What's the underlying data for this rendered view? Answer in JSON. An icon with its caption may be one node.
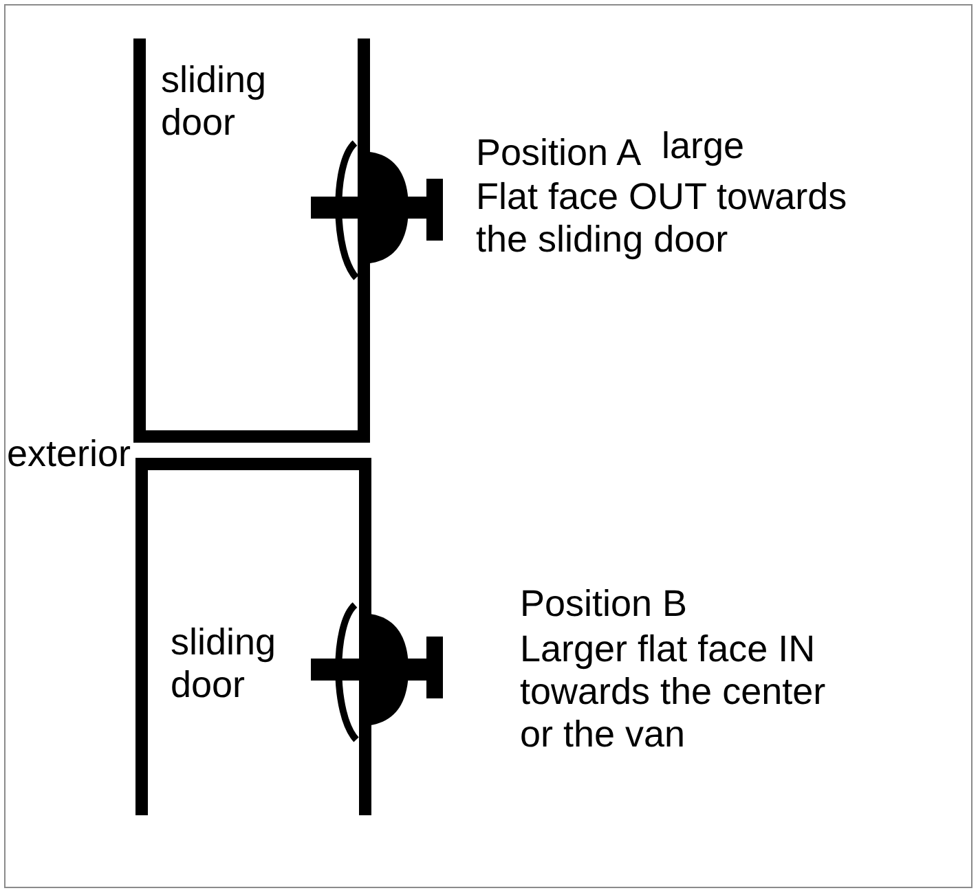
{
  "diagram": {
    "labels": [
      "sliding door",
      "Position A",
      "large",
      "Flat face OUT towards the sliding door",
      "exterior",
      "sliding door",
      "Position B",
      "Larger flat face IN towards the center or the van"
    ]
  }
}
